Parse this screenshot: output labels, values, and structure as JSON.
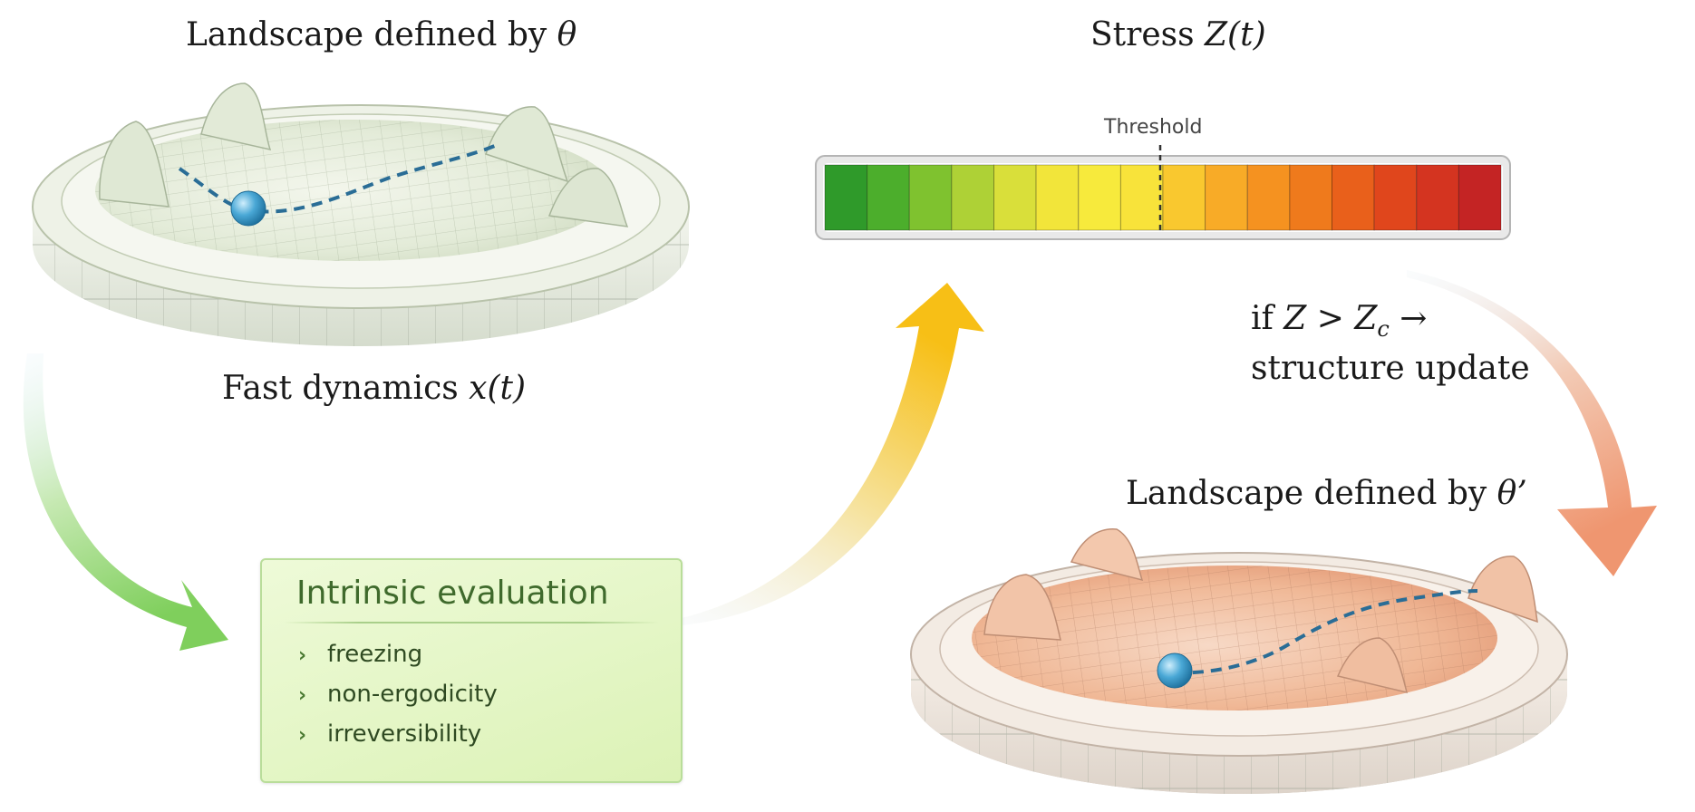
{
  "labels": {
    "landscape_1": {
      "text": "Landscape defined by ",
      "symbol": "θ"
    },
    "stress": {
      "text": "Stress ",
      "symbol": "Z(t)"
    },
    "fast_dynamics": {
      "text": "Fast dynamics ",
      "symbol": "x(t)"
    },
    "condition": {
      "line1_prefix": "if ",
      "line1_var": "Z",
      "line1_op": " > ",
      "line1_var2": "Z",
      "line1_sub": "c",
      "line1_arrow": " →",
      "line2": "structure update"
    },
    "landscape_2": {
      "text": "Landscape defined by ",
      "symbol": "θ’"
    }
  },
  "stress_bar": {
    "threshold_label": "Threshold",
    "segments": [
      "#2f9a2a",
      "#4cae2c",
      "#7fc22f",
      "#aed136",
      "#d9df3a",
      "#f2e53a",
      "#f7ea3c",
      "#f8e33a",
      "#f9c82f",
      "#f8ab27",
      "#f59220",
      "#ef7a1c",
      "#e9601b",
      "#e0461c",
      "#d43420",
      "#c42424"
    ]
  },
  "evaluation": {
    "title": "Intrinsic evaluation",
    "items": [
      "freezing",
      "non-ergodicity",
      "irreversibility"
    ]
  },
  "colors": {
    "landscape_1": "#e8efe0",
    "landscape_2": "#f2bfa0",
    "ball": "#3d9ecf",
    "path": "#2a6d96",
    "arrow_green": "#8ed46a",
    "arrow_yellow": "#f6c01c",
    "arrow_salmon": "#f09a74"
  }
}
